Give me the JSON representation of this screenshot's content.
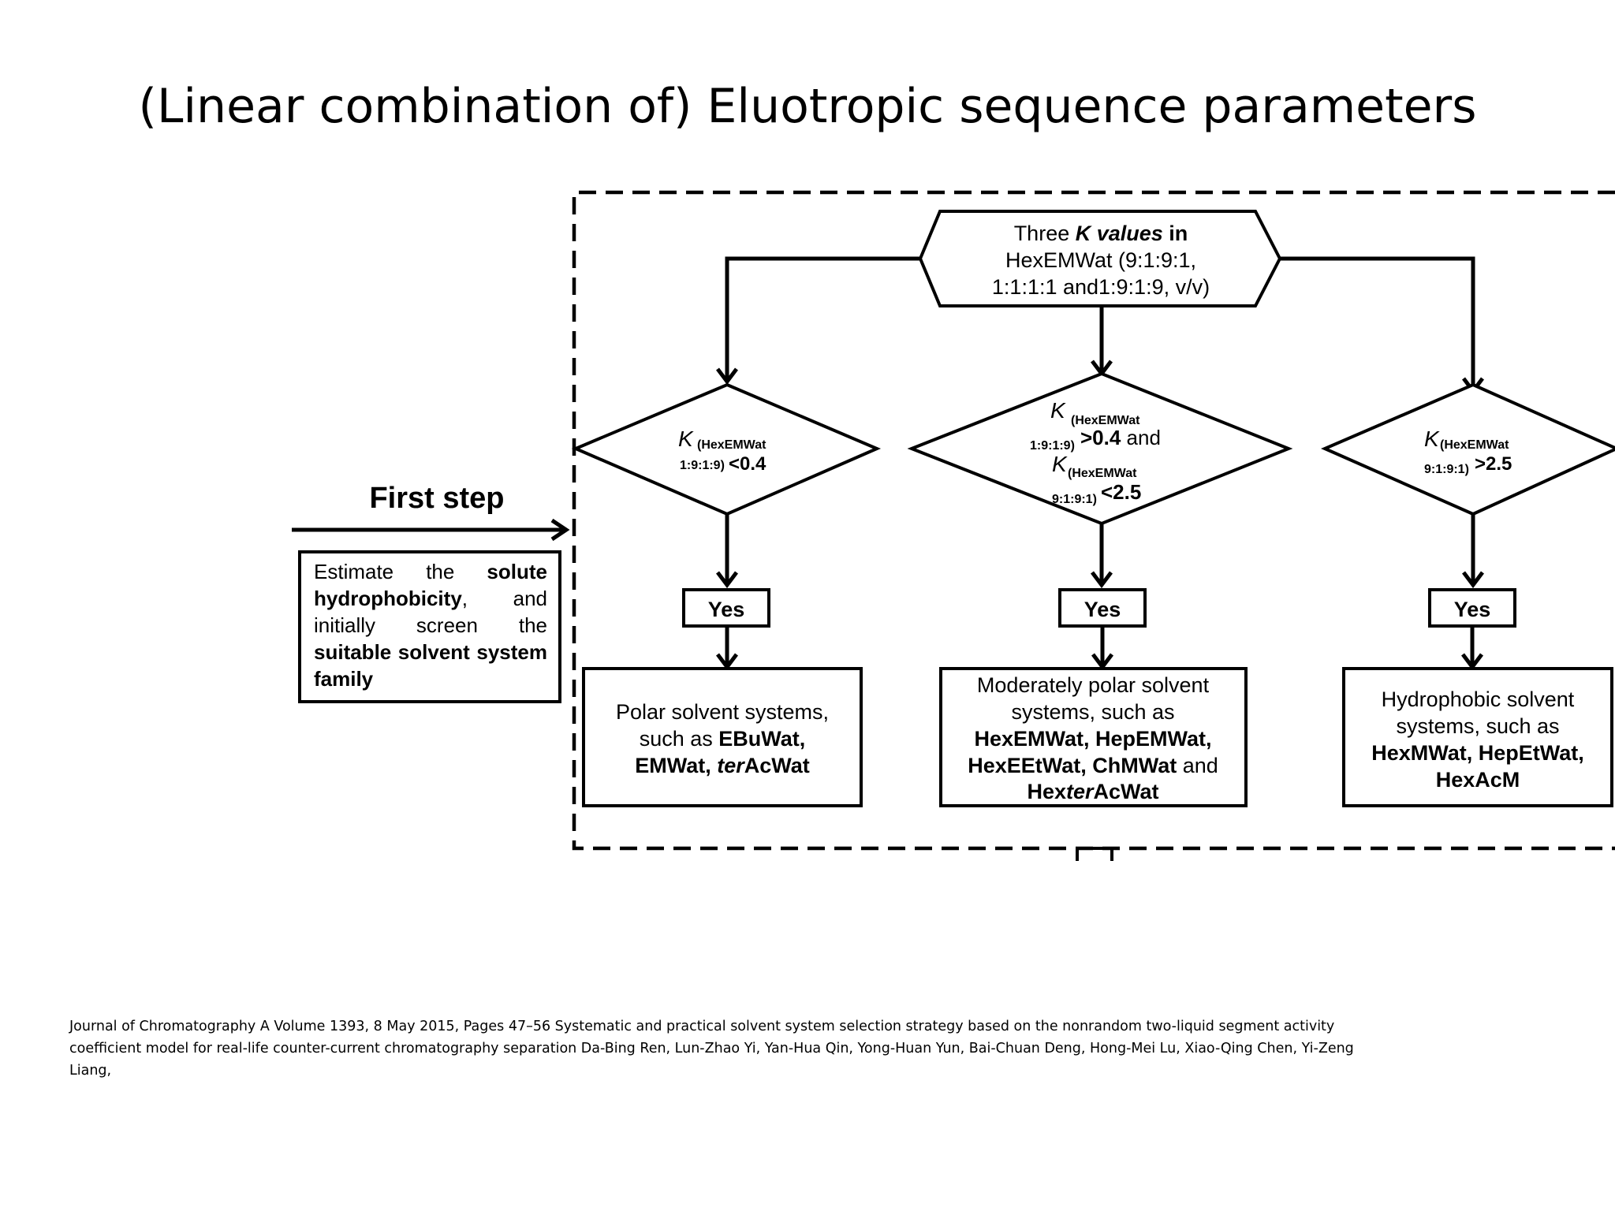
{
  "title": "(Linear combination of) Eluotropic sequence parameters",
  "start_node": {
    "line1_a": "Three ",
    "line1_b": "K values",
    "line1_c": " in",
    "line2": "HexEMWat (9:1:9:1,",
    "line3": "1:1:1:1 and1:9:1:9, v/v)"
  },
  "first_step": {
    "label": "First step",
    "desc_1": "Estimate the ",
    "desc_2": "solute hydrophobicity",
    "desc_3": ", and initially screen the ",
    "desc_4": "suitable solvent system family"
  },
  "decisions": {
    "left": {
      "k": "K",
      "sub1": "(HexEMWat",
      "sub2": "1:9:1:9)",
      "cond": "<0.4"
    },
    "middle": {
      "k1": "K",
      "sub1a": "(HexEMWat",
      "sub1b": "1:9:1:9)",
      "cond1": ">0.4",
      "and": " and",
      "k2": "K",
      "sub2a": "(HexEMWat",
      "sub2b": "9:1:9:1)",
      "cond2": "<2.5"
    },
    "right": {
      "k": "K",
      "sub1": "(HexEMWat",
      "sub2": "9:1:9:1)",
      "cond": ">2.5"
    }
  },
  "yes_label": "Yes",
  "results": {
    "left": {
      "line1": "Polar solvent systems,",
      "line2a": "such as ",
      "line2b": "EBuWat,",
      "line3a": "EMWat, ",
      "line3b": "ter",
      "line3c": "AcWat"
    },
    "middle": {
      "line1": "Moderately polar solvent",
      "line2": "systems, such as",
      "line3": "HexEMWat, HepEMWat,",
      "line4a": "HexEEtWat, ChMWat",
      "line4b": " and",
      "line5a": "Hex",
      "line5b": "ter",
      "line5c": "AcWat"
    },
    "right": {
      "line1": "Hydrophobic solvent",
      "line2": "systems, such as",
      "line3": "HexMWat, HepEtWat,",
      "line4": "HexAcM"
    }
  },
  "citation": "Journal of Chromatography A Volume 1393, 8 May 2015, Pages 47–56 Systematic and practical solvent system selection strategy based on the nonrandom two-liquid segment activity coefficient model for real-life counter-current chromatography separation Da-Bing Ren, Lun-Zhao Yi, Yan-Hua Qin, Yong-Huan Yun, Bai-Chuan Deng, Hong-Mei Lu, Xiao-Qing Chen, Yi-Zeng Liang,"
}
